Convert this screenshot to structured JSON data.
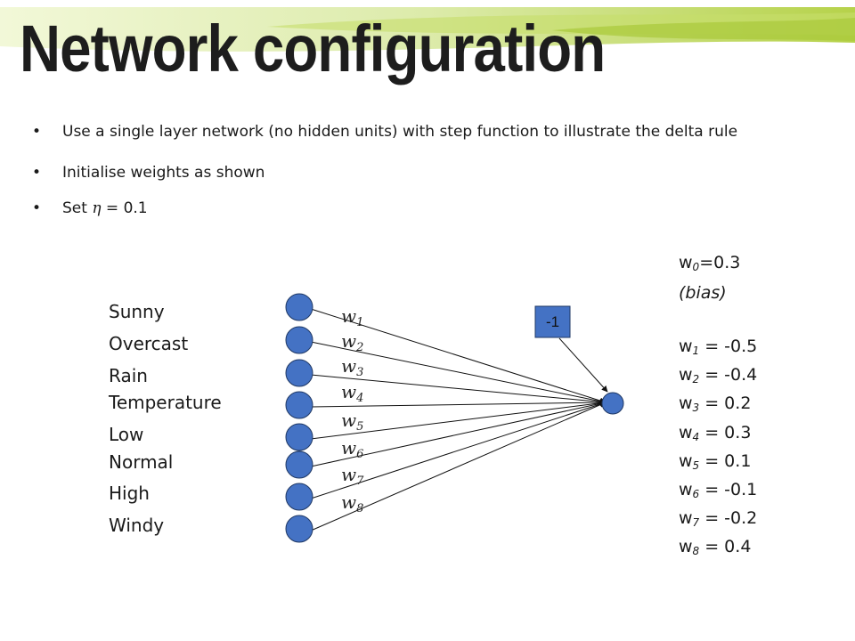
{
  "title": "Network configuration",
  "bullets": [
    "Use a single layer network (no hidden units) with step function to illustrate the delta rule",
    "Initialise weights as shown",
    {
      "prefix": "Set ",
      "symbol": "η",
      "suffix": " = 0.1"
    }
  ],
  "inputs": [
    "Sunny",
    "Overcast",
    "Rain",
    "Temperature",
    "Low",
    "Normal",
    "High",
    "Windy"
  ],
  "weight_labels": [
    {
      "base": "w",
      "sub": "1"
    },
    {
      "base": "w",
      "sub": "2"
    },
    {
      "base": "w",
      "sub": "3"
    },
    {
      "base": "w",
      "sub": "4"
    },
    {
      "base": "w",
      "sub": "5"
    },
    {
      "base": "w",
      "sub": "6"
    },
    {
      "base": "w",
      "sub": "7"
    },
    {
      "base": "w",
      "sub": "8"
    }
  ],
  "bias_input": "-1",
  "bias_weight": {
    "base": "w",
    "sub": "0",
    "value": "=0.3",
    "note": "(bias)"
  },
  "weights": [
    {
      "base": "w",
      "sub": "1",
      "value": " = -0.5"
    },
    {
      "base": "w",
      "sub": "2",
      "value": " = -0.4"
    },
    {
      "base": "w",
      "sub": "3",
      "value": " = 0.2"
    },
    {
      "base": "w",
      "sub": "4",
      "value": " = 0.3"
    },
    {
      "base": "w",
      "sub": "5",
      "value": " = 0.1"
    },
    {
      "base": "w",
      "sub": "6",
      "value": " = -0.1"
    },
    {
      "base": "w",
      "sub": "7",
      "value": " = -0.2"
    },
    {
      "base": "w",
      "sub": "8",
      "value": " = 0.4"
    }
  ],
  "colors": {
    "node_fill": "#4472c4",
    "node_stroke": "#1f3864",
    "banner_light": "#eef5c8",
    "banner_dark": "#a9c93a"
  }
}
